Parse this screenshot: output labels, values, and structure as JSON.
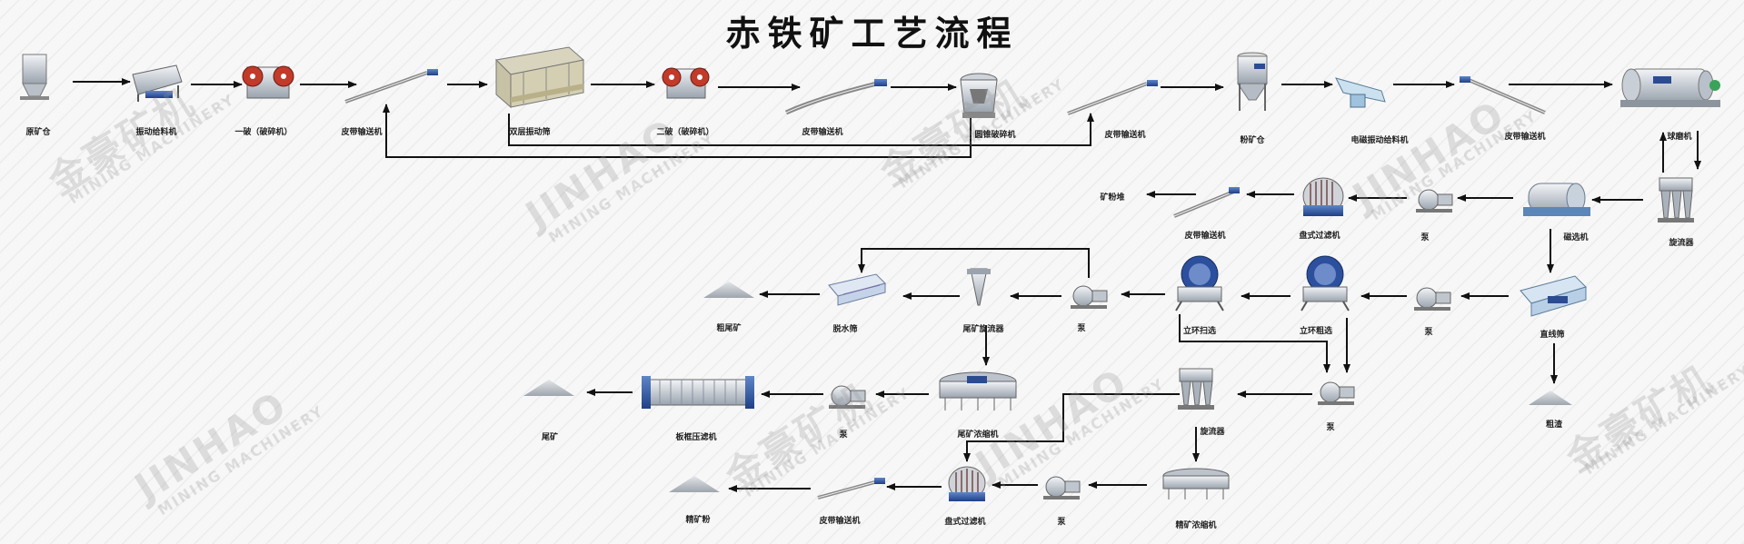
{
  "title": "赤铁矿工艺流程",
  "watermark": {
    "brand_cn": "金豪矿机",
    "brand_en": "JINHAO",
    "sub_en": "MINING MACHINERY"
  },
  "labels": {
    "raw_bin": "原矿仓",
    "vib_feeder": "振动给料机",
    "primary_crush": "一破（破碎机）",
    "belt1": "皮带输送机",
    "double_screen": "双层振动筛",
    "secondary_crush": "二破（破碎机）",
    "belt2": "皮带输送机",
    "cone_crusher": "圆锥破碎机",
    "belt3": "皮带输送机",
    "powder_bin": "粉矿仓",
    "em_feeder": "电磁振动给料机",
    "belt4": "皮带输送机",
    "ball_mill": "球磨机",
    "cyclone1": "旋流器",
    "mag_sep": "磁选机",
    "pump1": "泵",
    "disc_filter1": "盘式过滤机",
    "belt5": "皮带输送机",
    "ore_pile": "矿粉堆",
    "linear_screen": "直线筛",
    "coarse_slag": "粗渣",
    "pump2": "泵",
    "vring_rough": "立环粗选",
    "vring_scav": "立环扫选",
    "pump3": "泵",
    "tail_cyclone": "尾矿旋流器",
    "dewater_screen": "脱水筛",
    "coarse_tail": "粗尾矿",
    "pump4": "泵",
    "cyclone2": "旋流器",
    "tail_thickener": "尾矿浓缩机",
    "pump5": "泵",
    "plate_filter": "板框压滤机",
    "tailings": "尾矿",
    "conc_thickener": "精矿浓缩机",
    "pump6": "泵",
    "disc_filter2": "盘式过滤机",
    "belt6": "皮带输送机",
    "conc_powder": "精矿粉"
  }
}
